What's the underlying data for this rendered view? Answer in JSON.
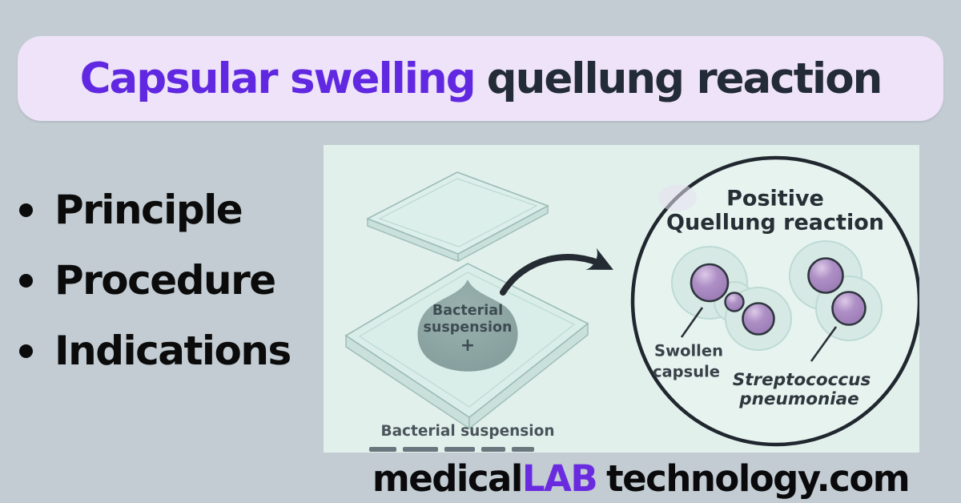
{
  "page": {
    "background": "#C2CCD2"
  },
  "title": {
    "highlight": "Capsular swelling",
    "rest": "quellung reaction",
    "highlight_color": "#6128E2",
    "rest_color": "#232B39",
    "banner_bg": "#EEE3F8"
  },
  "topics": {
    "items": [
      {
        "label": "Principle"
      },
      {
        "label": "Procedure"
      },
      {
        "label": "Indications"
      }
    ]
  },
  "diagram": {
    "panel_bg": "#E2F0EC",
    "droplet": {
      "line1": "Bacterial",
      "line2": "suspension",
      "line3": "+"
    },
    "caption": "Bacterial suspension",
    "result_circle": {
      "title_line1": "Positive",
      "title_line2": "Quellung reaction",
      "capsule_label_line1": "Swollen",
      "capsule_label_line2": "capsule",
      "species_line1": "Streptococcus",
      "species_line2": "pneumoniae"
    },
    "colors": {
      "glass_fill": "#DCEFEA",
      "glass_side": "#C9E0DB",
      "glass_edge": "#9CBBB6",
      "droplet_fill": "#8CA5A3",
      "droplet_text": "#3E4C52",
      "ink": "#242B32",
      "capsule_halo": "#D7E9E5",
      "capsule_halo_edge": "#BDDAD4",
      "coccus_fill": "#A687BE",
      "coccus_outline": "#2E363E",
      "label_ink": "#39424A",
      "caption_ink": "#4A545B"
    }
  },
  "watermark": {
    "part1": "medical",
    "part2": "LAB",
    "part3": "technology.com",
    "accent": "#6A2BE0",
    "ink": "#0A0A0C"
  }
}
